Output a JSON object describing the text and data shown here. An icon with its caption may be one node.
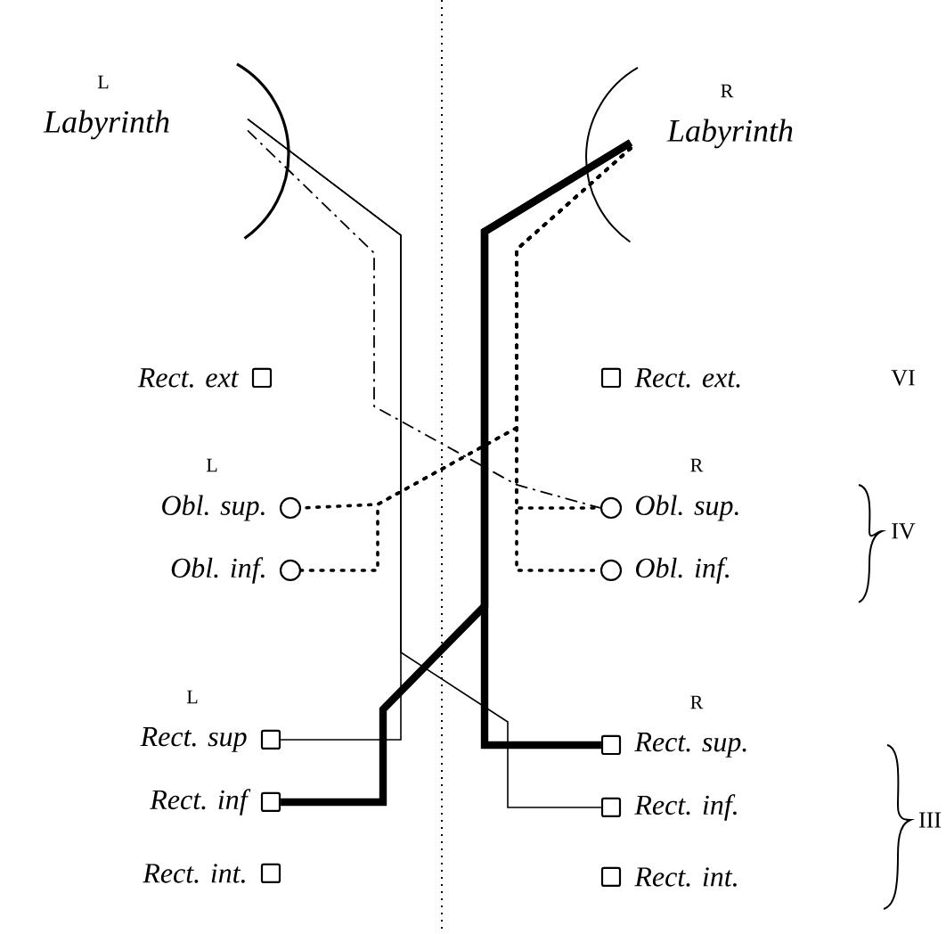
{
  "diagram": {
    "nodes": [
      {
        "text": [
          "L",
          "Labyrinth"
        ]
      },
      {
        "text": [
          "R",
          "Labyrinth"
        ]
      },
      {
        "text": [],
        "shape": "box",
        "beside": [
          "Rect. ext"
        ]
      },
      {
        "text": [],
        "shape": "box",
        "beside": [
          "Rect. ext."
        ]
      },
      {
        "text": [],
        "shape": "circle",
        "beside": [
          "L",
          "Obl. sup."
        ]
      },
      {
        "text": [],
        "shape": "circle",
        "beside": [
          "Obl. inf."
        ]
      },
      {
        "text": [],
        "shape": "circle",
        "beside": [
          "R",
          "Obl. sup."
        ]
      },
      {
        "text": [],
        "shape": "circle",
        "beside": [
          "Obl. inf."
        ]
      },
      {
        "text": [],
        "shape": "box",
        "beside": [
          "L",
          "Rect. sup"
        ]
      },
      {
        "text": [],
        "shape": "box",
        "beside": [
          "Rect. inf"
        ]
      },
      {
        "text": [],
        "shape": "box",
        "beside": [
          "Rect. int."
        ]
      },
      {
        "text": [],
        "shape": "box",
        "beside": [
          "R",
          "Rect. sup."
        ]
      },
      {
        "text": [],
        "shape": "box",
        "beside": [
          "Rect. inf."
        ]
      },
      {
        "text": [],
        "shape": "box",
        "beside": [
          "Rect. int."
        ]
      }
    ],
    "edges": [
      {
        "from": 0,
        "to": 8,
        "arrow": "none"
      },
      {
        "from": 0,
        "to": 12,
        "arrow": "none"
      },
      {
        "from": 0,
        "to": 6,
        "arrow": "none",
        "style": "dashed"
      },
      {
        "from": 1,
        "to": 11,
        "arrow": "none",
        "style": "thick"
      },
      {
        "from": 1,
        "to": 9,
        "arrow": "none",
        "style": "thick"
      },
      {
        "from": 1,
        "to": 4,
        "arrow": "none",
        "style": "dashed"
      },
      {
        "from": 1,
        "to": 5,
        "arrow": "none",
        "style": "dashed"
      },
      {
        "from": 1,
        "to": 6,
        "arrow": "none",
        "style": "dashed"
      },
      {
        "from": 1,
        "to": 7,
        "arrow": "none",
        "style": "dashed"
      }
    ],
    "labels": [
      "VI",
      "IV",
      "III"
    ]
  }
}
